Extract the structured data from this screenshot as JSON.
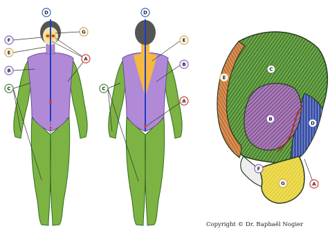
{
  "figure": {
    "copyright": "Copyright © Dr. Raphaël Nogier",
    "zone_letters": {
      "A": "A",
      "B": "B",
      "C": "C",
      "D": "D",
      "E": "E",
      "F": "F",
      "G": "G"
    },
    "colors": {
      "green": "#7cb342",
      "green_dark": "#2f6b24",
      "green_ear": "#4c8a2e",
      "purple": "#b08ad6",
      "purple_ear": "#8f5fa0",
      "blue": "#1f3cc8",
      "blue_ear": "#3d52a8",
      "orange": "#f5b841",
      "orange_ear": "#c8773a",
      "yellow": "#f2e04c",
      "skin": "#efe3b0",
      "hair": "#555555",
      "label_red": "#d9392b",
      "label_blue": "#3a5bd0",
      "label_gold": "#d9a640",
      "label_green": "#3f8a35",
      "label_purple": "#8a5cc0"
    }
  }
}
